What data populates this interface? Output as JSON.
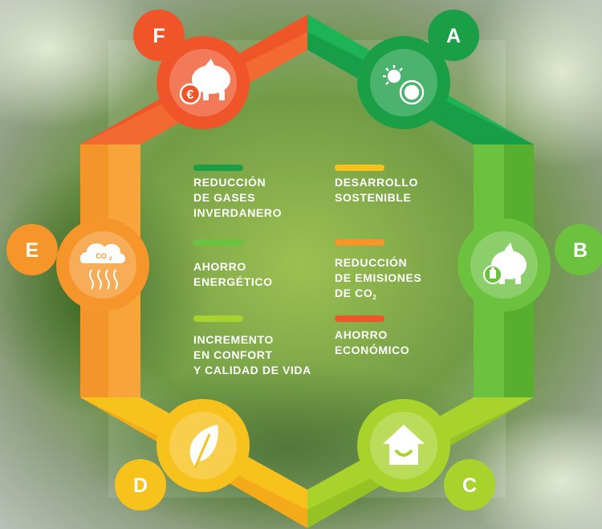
{
  "colors": {
    "green_dark": "#1a9e46",
    "green_light": "#6cc13f",
    "lime": "#a8d32c",
    "yellow": "#f7c21c",
    "orange": "#f5952a",
    "red_orange": "#f0552a"
  },
  "nodes": [
    {
      "letter": "A",
      "icon": "sun-earth-icon",
      "color": "#1a9e46"
    },
    {
      "letter": "B",
      "icon": "piggy-bank-battery-icon",
      "color": "#6cc13f"
    },
    {
      "letter": "C",
      "icon": "smiling-house-icon",
      "color": "#a8d32c"
    },
    {
      "letter": "D",
      "icon": "leaf-icon",
      "color": "#f7c21c"
    },
    {
      "letter": "E",
      "icon": "co2-cloud-icon",
      "color": "#f5952a"
    },
    {
      "letter": "F",
      "icon": "piggy-bank-euro-icon",
      "color": "#f0552a"
    }
  ],
  "legend": [
    {
      "color": "#1a9e46",
      "text": "REDUCCIÓN\nDE GASES\nINVERDANERO"
    },
    {
      "color": "#6cc13f",
      "text": "AHORRO\nENERGÉTICO"
    },
    {
      "color": "#a8d32c",
      "text": "INCREMENTO\nEN CONFORT\nY CALIDAD DE VIDA"
    },
    {
      "color": "#f7c21c",
      "text": "DESARROLLO\nSOSTENIBLE"
    },
    {
      "color": "#f5952a",
      "text": "REDUCCIÓN\nDE EMISIONES\nDE CO",
      "sub": "2"
    },
    {
      "color": "#f0552a",
      "text": "AHORRO\nECONÓMICO"
    }
  ],
  "co2_label": "CO",
  "co2_sub": "2",
  "euro_symbol": "€"
}
